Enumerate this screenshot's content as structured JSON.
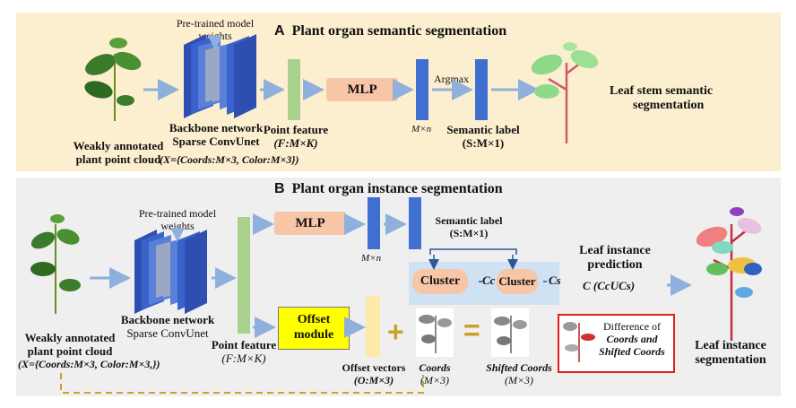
{
  "panel_a": {
    "title_letter": "A",
    "title": "Plant organ semantic segmentation",
    "pretrained": [
      "Pre-trained model",
      "weights"
    ],
    "input_label": [
      "Weakly annotated",
      "plant point cloud"
    ],
    "input_formula": "(X={Coords:M×3, Color:M×3})",
    "backbone": [
      "Backbone network",
      "Sparse ConvUnet"
    ],
    "point_feature": [
      "Point feature",
      "(F:M×K)"
    ],
    "mlp": "MLP",
    "mxn": "M×n",
    "argmax": "Argmax",
    "semantic_label": [
      "Semantic label",
      "(S:M×1)"
    ],
    "output": [
      "Leaf stem semantic",
      "segmentation"
    ]
  },
  "panel_b": {
    "title_letter": "B",
    "title": "Plant organ instance segmentation",
    "pretrained": [
      "Pre-trained model",
      "weights"
    ],
    "input_label": [
      "Weakly annotated",
      "plant point cloud"
    ],
    "input_formula": "(X={Coords:M×3, Color:M×3,})",
    "backbone": [
      "Backbone network",
      "Sparse ConvUnet"
    ],
    "point_feature": [
      "Point feature",
      "(F:M×K)"
    ],
    "mlp": "MLP",
    "mxn": "M×n",
    "semantic_label": [
      "Semantic label",
      "(S:M×1)"
    ],
    "cluster": "Cluster",
    "cc": "Cc",
    "cs": "Cs",
    "leaf_instance_prediction": [
      "Leaf instance",
      "prediction"
    ],
    "c_formula": "C (CcUCs)",
    "offset_module": [
      "Offset",
      "module"
    ],
    "offset_vectors": [
      "Offset vectors",
      "(O:M×3)"
    ],
    "coords": [
      "Coords",
      "(M×3)"
    ],
    "shifted_coords": [
      "Shifted Coords",
      "(M×3)"
    ],
    "difference": [
      "Difference of",
      "Coords and",
      "Shifted Coords"
    ],
    "output": [
      "Leaf instance",
      "segmentation"
    ],
    "plus": "+",
    "equals": "="
  },
  "colors": {
    "panel_a_bg": "#fcefcf",
    "panel_b_bg": "#efefef",
    "arrow": "#8fb0dc",
    "blue_bar": "#3f6fcf",
    "green_bar": "#a9d18e",
    "mlp_fill": "#f7c6a6",
    "offset_fill": "#ffff00",
    "highlight_red": "#e02020",
    "dashed_feedback": "#c9a227"
  }
}
